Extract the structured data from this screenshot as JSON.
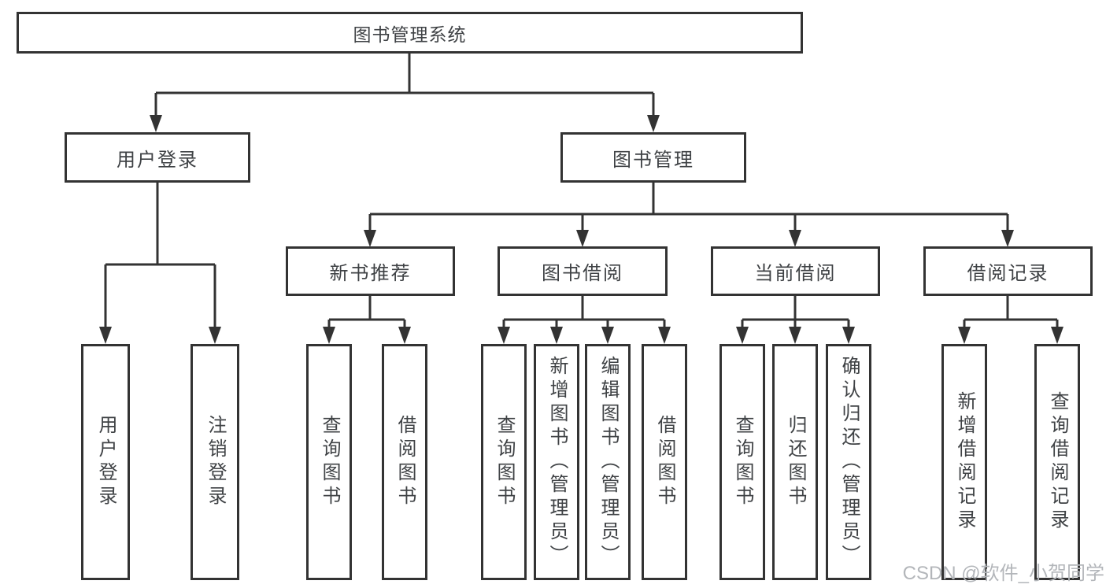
{
  "diagram": {
    "root": {
      "label": "图书管理系统"
    },
    "branches": [
      {
        "label": "用户登录",
        "children": [
          {
            "label": "用户登录"
          },
          {
            "label": "注销登录"
          }
        ]
      },
      {
        "label": "图书管理",
        "children": [
          {
            "label": "新书推荐",
            "children": [
              {
                "label": "查询图书"
              },
              {
                "label": "借阅图书"
              }
            ]
          },
          {
            "label": "图书借阅",
            "children": [
              {
                "label": "查询图书"
              },
              {
                "label": "新增图书（管理员）"
              },
              {
                "label": "编辑图书（管理员）"
              },
              {
                "label": "借阅图书"
              }
            ]
          },
          {
            "label": "当前借阅",
            "children": [
              {
                "label": "查询图书"
              },
              {
                "label": "归还图书"
              },
              {
                "label": "确认归还（管理员）"
              }
            ]
          },
          {
            "label": "借阅记录",
            "children": [
              {
                "label": "新增借阅记录"
              },
              {
                "label": "查询借阅记录"
              }
            ]
          }
        ]
      }
    ]
  },
  "watermark": {
    "text": "CSDN @软件_小贺同学"
  },
  "colors": {
    "line": "#333333",
    "text": "#3f4245",
    "watermark": "#b3b6ba",
    "background": "#ffffff"
  }
}
